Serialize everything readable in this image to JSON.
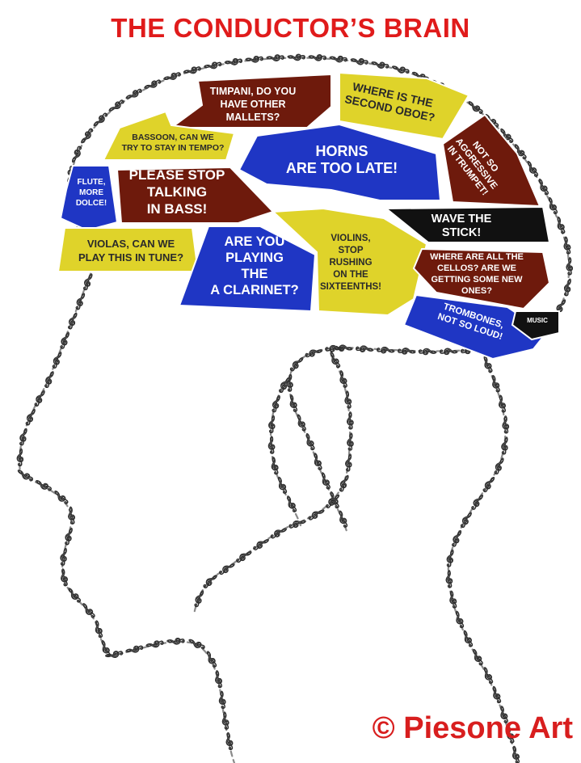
{
  "title": "THE CONDUCTOR’S BRAIN",
  "credit": "© Piesone Art",
  "colors": {
    "title": "#e01b1b",
    "credit": "#d81e1e",
    "brown": "#6e1a0c",
    "yellow": "#dfd32a",
    "blue": "#1f36c4",
    "black": "#111111",
    "outline": "#8a8a8a"
  },
  "decoration_icon": "treble-clef-icon",
  "regions": [
    {
      "id": "timpani",
      "color": "brown",
      "lines": [
        "TIMPANI, DO YOU",
        "HAVE OTHER",
        "MALLETS?"
      ]
    },
    {
      "id": "second-oboe",
      "color": "yellow",
      "lines": [
        "WHERE IS THE",
        "SECOND OBOE?"
      ]
    },
    {
      "id": "trumpet",
      "color": "brown",
      "lines": [
        "NOT SO",
        "AGGRESSIVE",
        "IN TRUMPET!"
      ]
    },
    {
      "id": "bassoon",
      "color": "yellow",
      "lines": [
        "BASSOON, CAN WE",
        "TRY TO STAY IN TEMPO?"
      ]
    },
    {
      "id": "horns",
      "color": "blue",
      "lines": [
        "HORNS",
        "ARE TOO LATE!"
      ]
    },
    {
      "id": "flute",
      "color": "blue",
      "lines": [
        "FLUTE,",
        "MORE",
        "DOLCE!"
      ]
    },
    {
      "id": "bass",
      "color": "brown",
      "lines": [
        "PLEASE STOP",
        "TALKING",
        "IN BASS!"
      ]
    },
    {
      "id": "wave-stick",
      "color": "black",
      "lines": [
        "WAVE THE",
        "STICK!"
      ]
    },
    {
      "id": "violas",
      "color": "yellow",
      "lines": [
        "VIOLAS, CAN WE",
        "PLAY THIS IN TUNE?"
      ]
    },
    {
      "id": "clarinet",
      "color": "blue",
      "lines": [
        "ARE YOU",
        "PLAYING",
        "THE",
        "A CLARINET?"
      ]
    },
    {
      "id": "violins",
      "color": "yellow",
      "lines": [
        "VIOLINS,",
        "STOP",
        "RUSHING",
        "ON THE",
        "SIXTEENTHS!"
      ]
    },
    {
      "id": "cellos",
      "color": "brown",
      "lines": [
        "WHERE ARE ALL THE",
        "CELLOS? ARE WE",
        "GETTING SOME NEW",
        "ONES?"
      ]
    },
    {
      "id": "trombones",
      "color": "blue",
      "lines": [
        "TROMBONES,",
        "NOT SO LOUD!"
      ]
    },
    {
      "id": "music",
      "color": "black",
      "lines": [
        "MUSIC"
      ]
    }
  ]
}
